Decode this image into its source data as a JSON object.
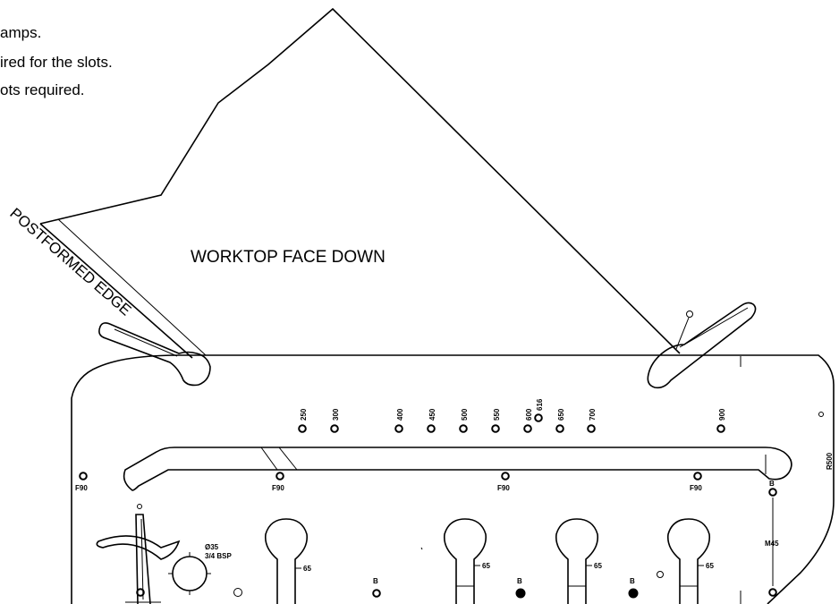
{
  "notes": [
    "amps.",
    "ired for the slots.",
    "ots required."
  ],
  "worktop_label": "WORKTOP FACE DOWN",
  "edge_label": "POSTFORMED EDGE",
  "top_dims": [
    "250",
    "300",
    "400",
    "450",
    "500",
    "550",
    "600",
    "616",
    "650",
    "700",
    "900"
  ],
  "f_labels": [
    "F90",
    "F90",
    "F90",
    "F90"
  ],
  "radius_label": "R500",
  "bolt_dia": "Ø35",
  "bolt_spec": "3/4 BSP",
  "slot_dims": [
    "65",
    "65",
    "65",
    "65"
  ],
  "b_labels": [
    "B",
    "B",
    "B",
    "B"
  ],
  "m_label": "M45"
}
